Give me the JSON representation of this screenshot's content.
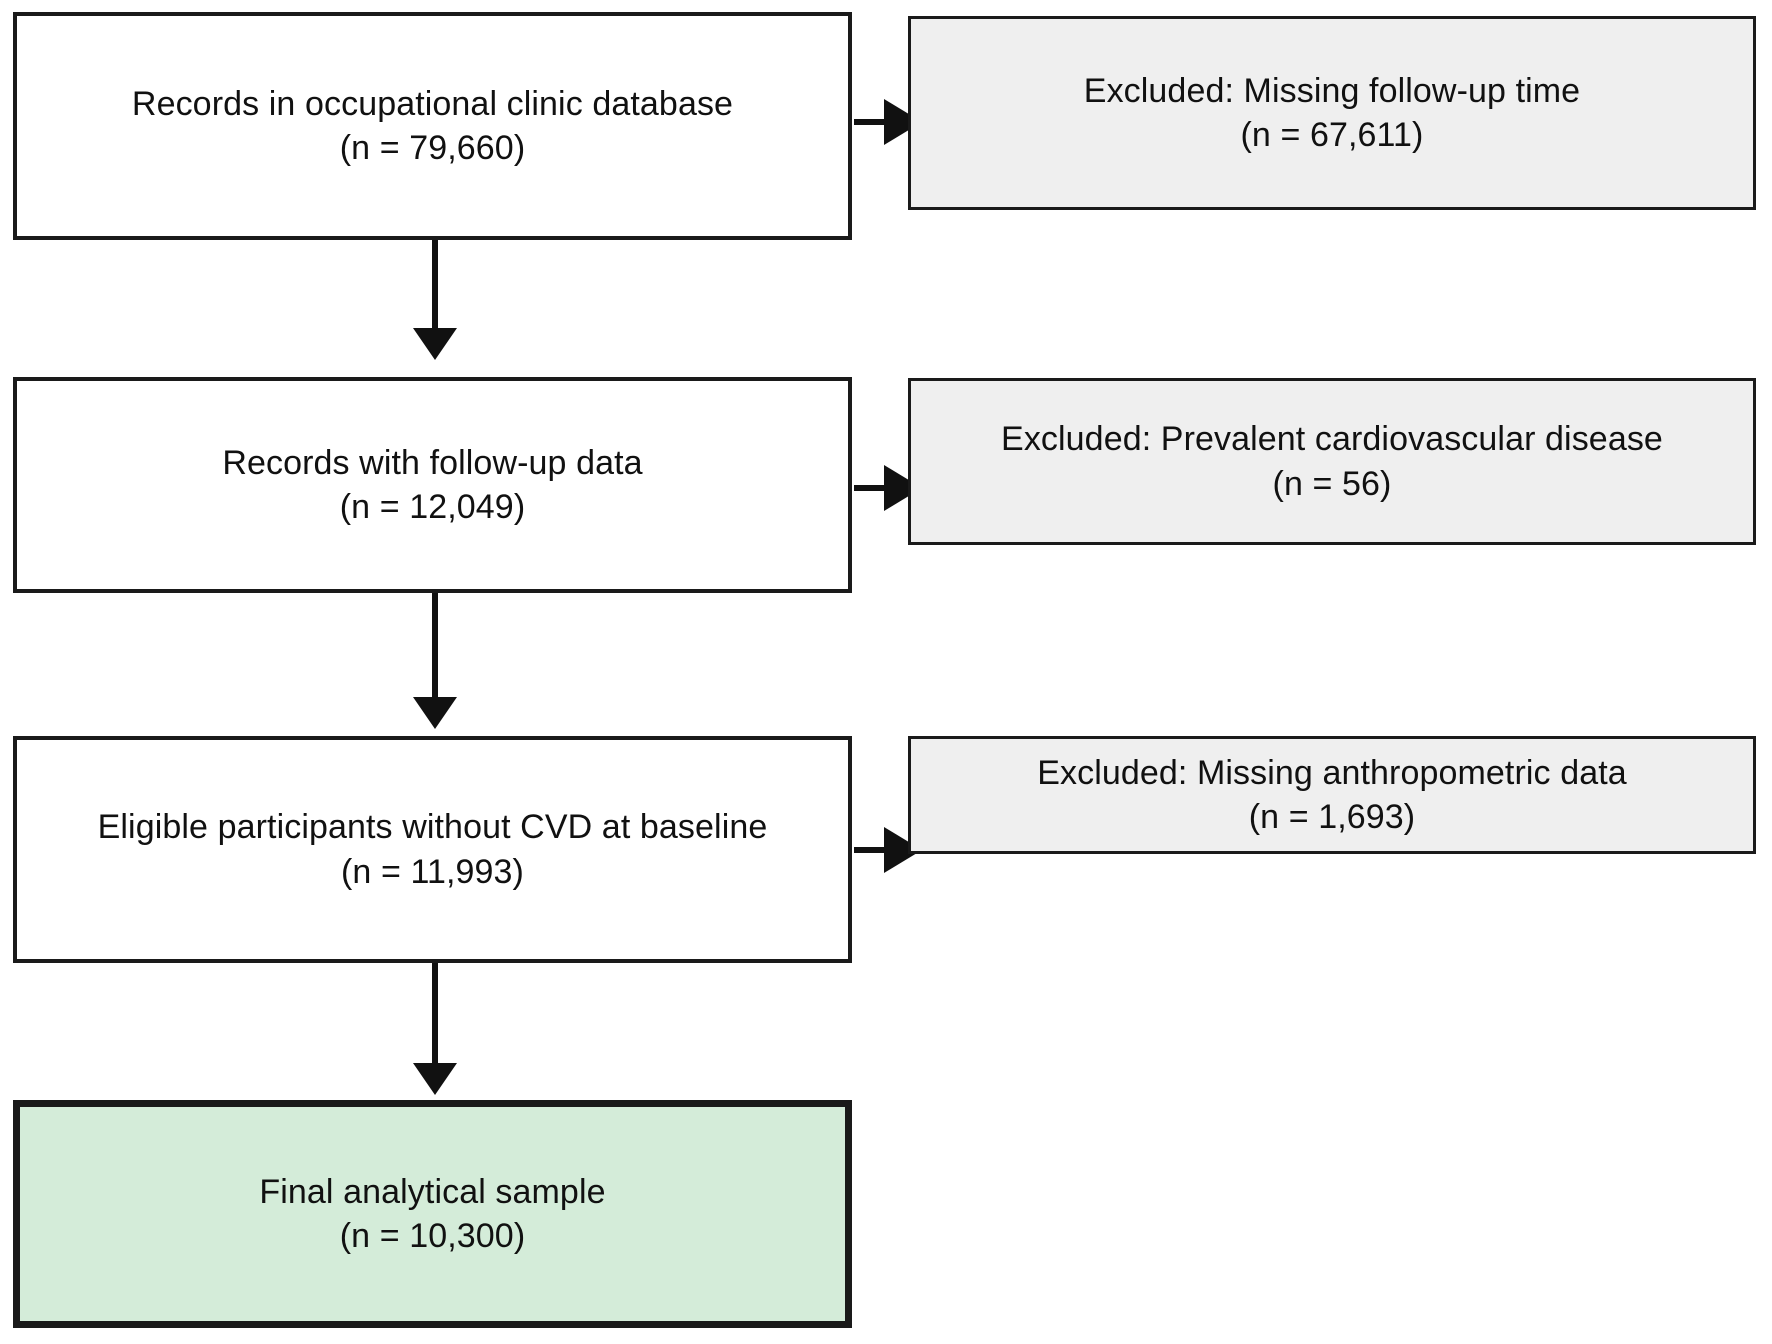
{
  "diagram": {
    "type": "participant-flow-diagram",
    "title": "",
    "colors": {
      "box_border": "#1a1a1a",
      "included_fill": "#ffffff",
      "excluded_fill": "#efefef",
      "final_fill": "#d4ecd9",
      "connector": "#111111",
      "text": "#111111"
    },
    "nodes": [
      {
        "id": "source",
        "kind": "included",
        "label": "Records in occupational clinic database",
        "count_label": "(n = 79,660)",
        "n": 79660
      },
      {
        "id": "excluded-1",
        "kind": "excluded",
        "label": "Excluded: Missing follow-up time",
        "count_label": "(n = 67,611)",
        "n": 67611
      },
      {
        "id": "followup",
        "kind": "included",
        "label": "Records with follow-up data",
        "count_label": "(n = 12,049)",
        "n": 12049
      },
      {
        "id": "excluded-2",
        "kind": "excluded",
        "label": "Excluded: Prevalent cardiovascular disease",
        "count_label": "(n = 56)",
        "n": 56
      },
      {
        "id": "eligible",
        "kind": "included",
        "label": "Eligible participants without CVD at baseline",
        "count_label": "(n = 11,993)",
        "n": 11993
      },
      {
        "id": "excluded-3",
        "kind": "excluded",
        "label": "Excluded: Missing anthropometric data",
        "count_label": "(n = 1,693)",
        "n": 1693
      },
      {
        "id": "final",
        "kind": "final",
        "label": "Final analytical sample",
        "count_label": "(n = 10,300)",
        "n": 10300
      }
    ],
    "connectors": [
      {
        "id": "source-to-followup",
        "direction": "down",
        "from": "source",
        "to": "followup"
      },
      {
        "id": "source-to-excluded-1",
        "direction": "right",
        "from": "source",
        "to": "excluded-1"
      },
      {
        "id": "followup-to-eligible",
        "direction": "down",
        "from": "followup",
        "to": "eligible"
      },
      {
        "id": "followup-to-excluded-2",
        "direction": "right",
        "from": "followup",
        "to": "excluded-2"
      },
      {
        "id": "eligible-to-final",
        "direction": "down",
        "from": "eligible",
        "to": "final"
      },
      {
        "id": "eligible-to-excluded-3",
        "direction": "right",
        "from": "eligible",
        "to": "excluded-3"
      }
    ]
  }
}
